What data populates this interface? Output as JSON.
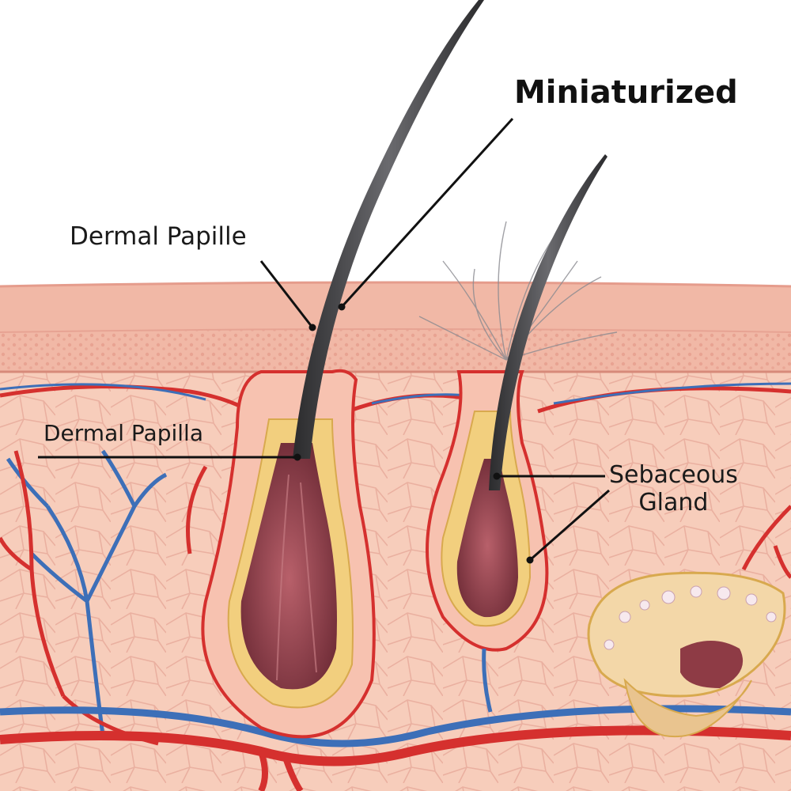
{
  "diagram": {
    "title": "Miniaturized",
    "labels": {
      "dermal_papille": "Dermal Papille",
      "dermal_papilla": "Dermal Papilla",
      "sebaceous_line1": "Sebaceous",
      "sebaceous_line2": "Gland"
    },
    "colors": {
      "skin_surface": "#f1b8a6",
      "skin_dots": "#e49a8a",
      "dermis": "#f7cdbb",
      "cell_lines": "#e9a898",
      "artery": "#d5302e",
      "vein": "#3d6fb8",
      "follicle_sheath": "#f2cf7e",
      "bulb": "#8e3b45",
      "hair": "#3a3a3c",
      "gland": "#f3d7a8"
    }
  }
}
